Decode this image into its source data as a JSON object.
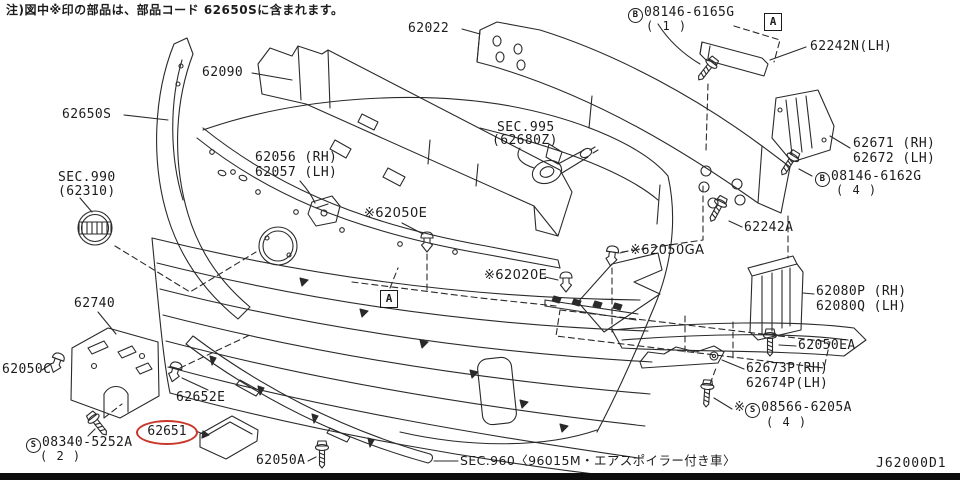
{
  "note": "注)図中※印の部品は、部品コード 62650Sに含まれます。",
  "drawing_code": "J62000D1",
  "colors": {
    "ink": "#1c1c1c",
    "highlight_red": "#c8372a",
    "background": "#ffffff"
  },
  "marker": {
    "a": "A"
  },
  "labels": {
    "p62022": "62022",
    "p62090": "62090",
    "p62650s": "62650S",
    "p62242n": "62242N(LH)",
    "sec995": "SEC.995",
    "sec995_ref": "(62680Z)",
    "p62671": "62671 (RH)",
    "p62672": "62672 (LH)",
    "p62242a": "62242A",
    "sec990": "SEC.990",
    "sec990_ref": "(62310)",
    "p62056": "62056 (RH)",
    "p62057": "62057 (LH)",
    "p62050e": "※62050E",
    "p62050ga": "※62050GA",
    "p62020e": "※62020E",
    "p62080p": "62080P (RH)",
    "p62080q": "62080Q (LH)",
    "p62050ea": "62050EA",
    "p62740": "62740",
    "p62050c": "62050C",
    "p62673p": "62673P(RH)",
    "p62674p": "62674P(LH)",
    "p62652e": "62652E",
    "p62651": "62651",
    "p62050a": "62050A",
    "sec960": "SEC.960〈96015M・エアスポイラー付き車〉"
  },
  "fasteners": {
    "b08146_6165g": {
      "letter": "B",
      "number": "08146-6165G",
      "qty": "( 1 )"
    },
    "b08146_6162g": {
      "letter": "B",
      "number": "08146-6162G",
      "qty": "( 4 )"
    },
    "s08566_6205a": {
      "star": "※",
      "letter": "S",
      "number": "08566-6205A",
      "qty": "( 4 )"
    },
    "s08340_5252a": {
      "letter": "S",
      "number": "08340-5252A",
      "qty": "( 2 )"
    }
  }
}
